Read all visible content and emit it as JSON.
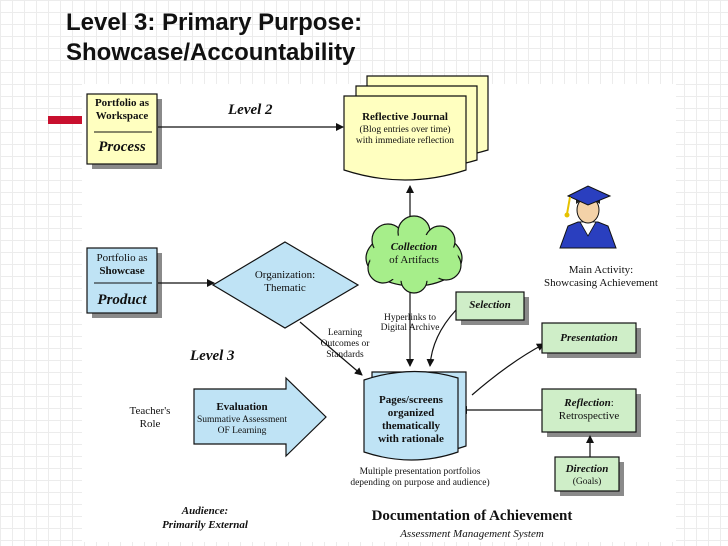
{
  "slide": {
    "title_line1": "Level 3: Primary Purpose:",
    "title_line2": "Showcase/Accountability"
  },
  "workspace_box": {
    "line1": "Portfolio as",
    "line2": "Workspace",
    "line3": "Process"
  },
  "level2_label": "Level 2",
  "journal": {
    "title": "Reflective Journal",
    "line1": "(Blog entries over time)",
    "line2": "with immediate reflection"
  },
  "collection": {
    "line1": "Collection",
    "line2": "of Artifacts"
  },
  "showcase_box": {
    "line1": "Portfolio as",
    "line2": "Showcase",
    "line3": "Product"
  },
  "organization": {
    "line1": "Organization:",
    "line2": "Thematic"
  },
  "hyperlinks": {
    "line1": "Hyperlinks to",
    "line2": "Digital Archive"
  },
  "learning_outcomes": {
    "line1": "Learning",
    "line2": "Outcomes or",
    "line3": "Standards"
  },
  "selection_label": "Selection",
  "main_activity": {
    "line1": "Main Activity:",
    "line2": "Showcasing Achievement"
  },
  "presentation_label": "Presentation",
  "level3_label": "Level 3",
  "teachers_role": {
    "line1": "Teacher's",
    "line2": "Role"
  },
  "evaluation": {
    "title": "Evaluation",
    "line1": "Summative Assessment",
    "line2": "OF Learning"
  },
  "pages": {
    "line1": "Pages/screens",
    "line2": "organized",
    "line3": "thematically",
    "line4": "with rationale"
  },
  "reflection": {
    "title": "Reflection",
    "colon": ":",
    "line2": "Retrospective"
  },
  "direction": {
    "title": "Direction",
    "line2": "(Goals)"
  },
  "multiple_portfolios": {
    "line1": "Multiple presentation portfolios",
    "line2": "depending on purpose and audience)"
  },
  "audience": {
    "line1": "Audience:",
    "line2": "Primarily External"
  },
  "documentation": {
    "title": "Documentation of Achievement",
    "subtitle": "Assessment Management System"
  },
  "colors": {
    "yellow": "#ffffc0",
    "blue": "#bfe3f5",
    "green": "#cfeec8",
    "cloud": "#a6ee8a",
    "accent": "#c8102e",
    "gown": "#2a3fbf"
  }
}
